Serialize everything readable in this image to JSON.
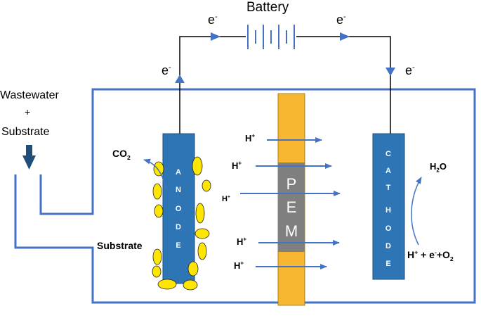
{
  "labels": {
    "battery": "Battery",
    "electron": "e",
    "electron_charge": "-",
    "wastewater": "Wastewater",
    "plus": "+",
    "substrate_inlet": "Substrate",
    "co2_main": "CO",
    "co2_sub": "2",
    "h2o_h": "H",
    "h2o_sub": "2",
    "h2o_o": "O",
    "proton": "H",
    "proton_charge": "+",
    "substrate_anode": "Substrate",
    "reaction_h": "H",
    "reaction_h_charge": "+",
    "reaction_mid": " + e",
    "reaction_e_charge": "-",
    "reaction_o": "+O",
    "reaction_o_sub": "2"
  },
  "anode_letters": [
    "A",
    "N",
    "O",
    "D",
    "E"
  ],
  "pem_letters": [
    "P",
    "E",
    "M"
  ],
  "cathode_letters": [
    "C",
    "A",
    "T",
    "H",
    "O",
    "D",
    "E"
  ],
  "colors": {
    "electrode": "#2e75b6",
    "electrode_border": "#1f4e79",
    "chamber_outline": "#4472c4",
    "membrane": "#f7b731",
    "membrane_core": "#7f7f7f",
    "bacteria": "#ffe600",
    "arrow": "#4472c4",
    "wire": "#000000"
  }
}
